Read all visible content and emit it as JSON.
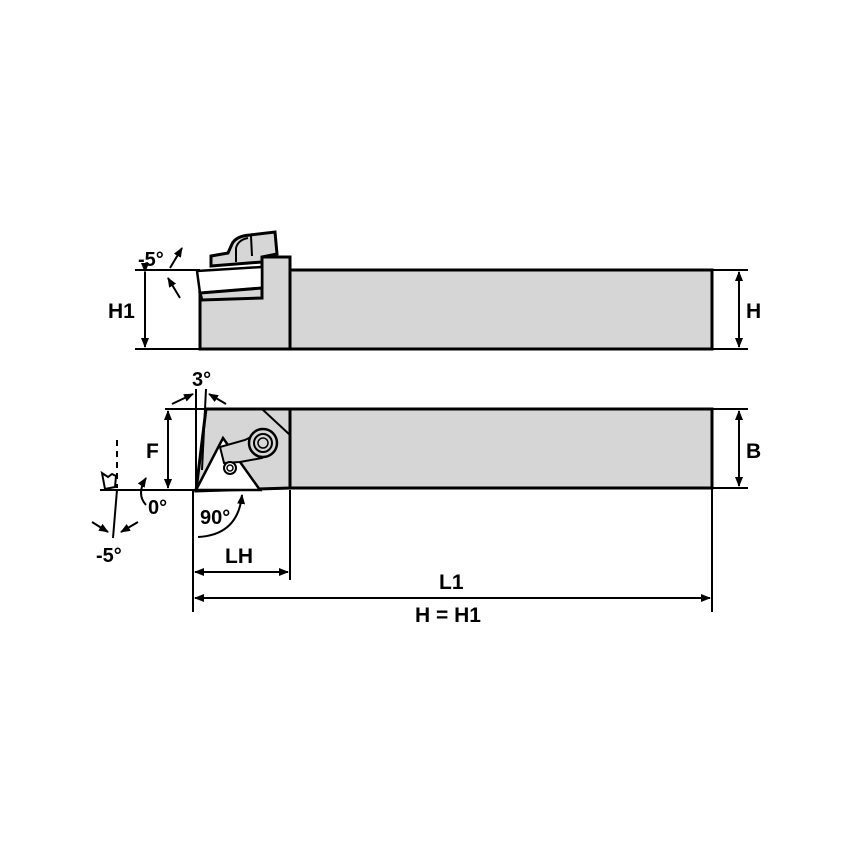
{
  "diagram": {
    "title": "Turning toolholder dimension drawing",
    "colors": {
      "body_fill": "#d6d6d6",
      "line": "#000000",
      "background": "#ffffff"
    },
    "side_view": {
      "labels": {
        "h1": "H1",
        "h": "H",
        "angle_inclination": "-5°"
      }
    },
    "top_view": {
      "labels": {
        "f": "F",
        "b": "B",
        "angle_clearance": "3°",
        "angle_lead": "0°",
        "angle_approach": "90°",
        "angle_rake": "-5°",
        "lh": "LH"
      }
    },
    "overall": {
      "labels": {
        "l1": "L1",
        "note": "H = H1"
      }
    }
  }
}
